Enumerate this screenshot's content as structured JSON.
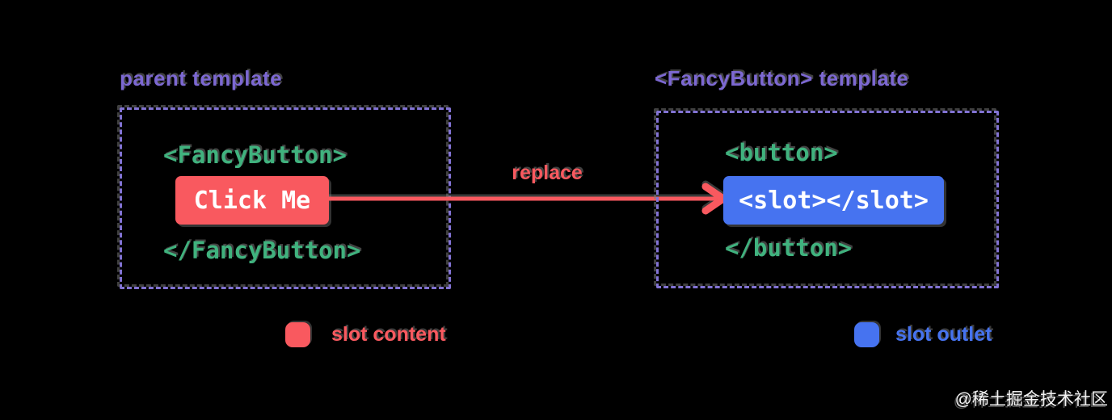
{
  "parent_panel": {
    "title": "parent template",
    "open_tag": "<FancyButton>",
    "slot_content": "Click Me",
    "close_tag": "</FancyButton>"
  },
  "fancy_button_panel": {
    "title": "<FancyButton> template",
    "open_tag": "<button>",
    "slot_outlet": "<slot></slot>",
    "close_tag": "</button>"
  },
  "arrow": {
    "label": "replace"
  },
  "legend": {
    "slot_content": {
      "label": "slot content",
      "color": "#f9595f"
    },
    "slot_outlet": {
      "label": "slot outlet",
      "color": "#4673f0"
    }
  },
  "watermark": "@稀土掘金技术社区",
  "colors": {
    "background": "#000000",
    "purple_title": "#7c68d2",
    "purple_border": "#8273d4",
    "green_code": "#40b27e",
    "red_accent": "#f9595f",
    "blue_accent": "#4673f0",
    "white_text": "#ffffff"
  }
}
